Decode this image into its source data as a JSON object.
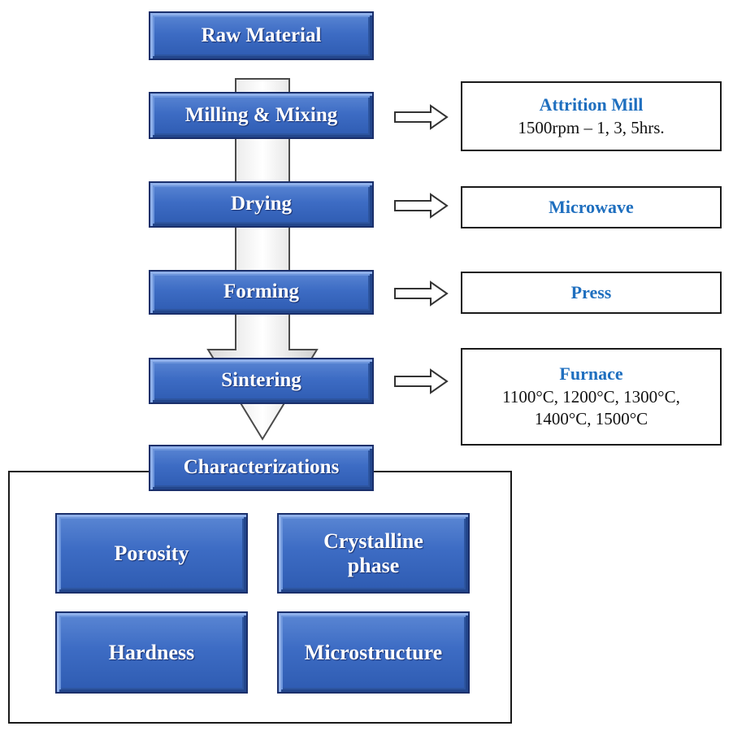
{
  "process": {
    "raw_material": "Raw Material",
    "milling": "Milling & Mixing",
    "drying": "Drying",
    "forming": "Forming",
    "sintering": "Sintering",
    "characterizations": "Characterizations"
  },
  "equipment": {
    "attrition": {
      "title": "Attrition Mill",
      "detail": "1500rpm – 1, 3, 5hrs."
    },
    "microwave": {
      "title": "Microwave"
    },
    "press": {
      "title": "Press"
    },
    "furnace": {
      "title": "Furnace",
      "line1": "1100°C, 1200°C, 1300°C,",
      "line2": "1400°C, 1500°C"
    }
  },
  "characterization_items": {
    "porosity": "Porosity",
    "crystalline_line1": "Crystalline",
    "crystalline_line2": "phase",
    "hardness": "Hardness",
    "microstructure": "Microstructure"
  },
  "colors": {
    "box_blue": "#3d6cc4",
    "box_border": "#1a2f6b",
    "info_title": "#1f6fbf"
  }
}
